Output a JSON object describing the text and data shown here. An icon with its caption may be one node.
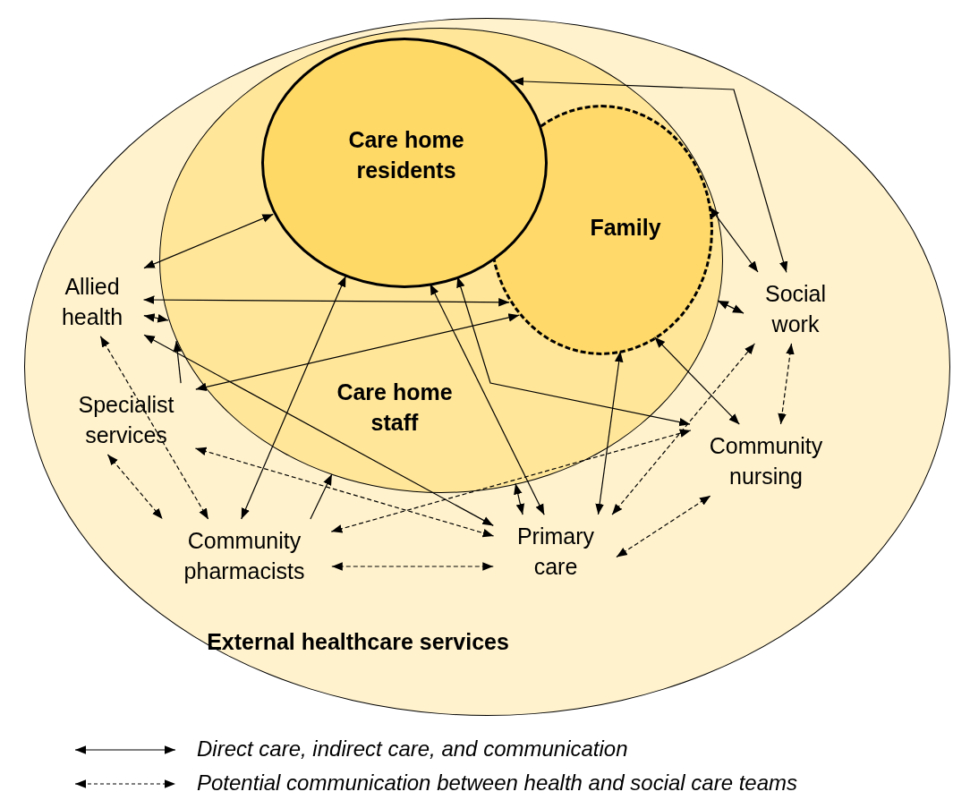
{
  "diagram": {
    "nodes": [
      {
        "text": [
          "External healthcare services"
        ]
      },
      {
        "text": [
          "Care home staff"
        ],
        "in": 0
      },
      {
        "text": [
          "Family"
        ],
        "in": 1
      },
      {
        "text": [
          "Care home residents"
        ],
        "in": 1
      },
      {
        "text": [
          "Allied health"
        ],
        "in": 0
      },
      {
        "text": [
          "Specialist services"
        ],
        "in": 0
      },
      {
        "text": [
          "Community pharmacists"
        ],
        "in": 0
      },
      {
        "text": [
          "Primary care"
        ],
        "in": 0
      },
      {
        "text": [
          "Community nursing"
        ],
        "in": 0
      },
      {
        "text": [
          "Social work"
        ],
        "in": 0
      }
    ],
    "edges": [
      {
        "from": 4,
        "to": 3,
        "arrow": "both"
      },
      {
        "from": 4,
        "to": 2,
        "arrow": "both"
      },
      {
        "from": 4,
        "to": 1,
        "arrow": "both"
      },
      {
        "from": 4,
        "to": 7,
        "arrow": "both"
      },
      {
        "from": 5,
        "to": 2,
        "arrow": "both"
      },
      {
        "from": 5,
        "to": 1,
        "arrow": "to"
      },
      {
        "from": 6,
        "to": 3,
        "arrow": "both"
      },
      {
        "from": 6,
        "to": 1,
        "arrow": "to"
      },
      {
        "from": 7,
        "to": 3,
        "arrow": "both"
      },
      {
        "from": 7,
        "to": 1,
        "arrow": "both"
      },
      {
        "from": 7,
        "to": 2,
        "arrow": "both"
      },
      {
        "from": 3,
        "to": 8,
        "arrow": "both"
      },
      {
        "from": 2,
        "to": 8,
        "arrow": "both"
      },
      {
        "from": 3,
        "to": 9,
        "arrow": "both"
      },
      {
        "from": 2,
        "to": 9,
        "arrow": "both"
      },
      {
        "from": 1,
        "to": 9,
        "arrow": "both"
      },
      {
        "from": 4,
        "to": 6,
        "arrow": "both",
        "style": "dashed"
      },
      {
        "from": 5,
        "to": 6,
        "arrow": "both",
        "style": "dashed"
      },
      {
        "from": 5,
        "to": 7,
        "arrow": "both",
        "style": "dashed"
      },
      {
        "from": 6,
        "to": 8,
        "arrow": "both",
        "style": "dashed"
      },
      {
        "from": 6,
        "to": 7,
        "arrow": "both",
        "style": "dashed"
      },
      {
        "from": 7,
        "to": 9,
        "arrow": "both",
        "style": "dashed"
      },
      {
        "from": 7,
        "to": 8,
        "arrow": "both",
        "style": "dashed"
      },
      {
        "from": 9,
        "to": 8,
        "arrow": "both",
        "style": "dashed"
      }
    ],
    "legend": [
      {
        "text": "Direct care, indirect care, and communication"
      },
      {
        "text": "Potential communication between health and social care teams"
      }
    ]
  }
}
